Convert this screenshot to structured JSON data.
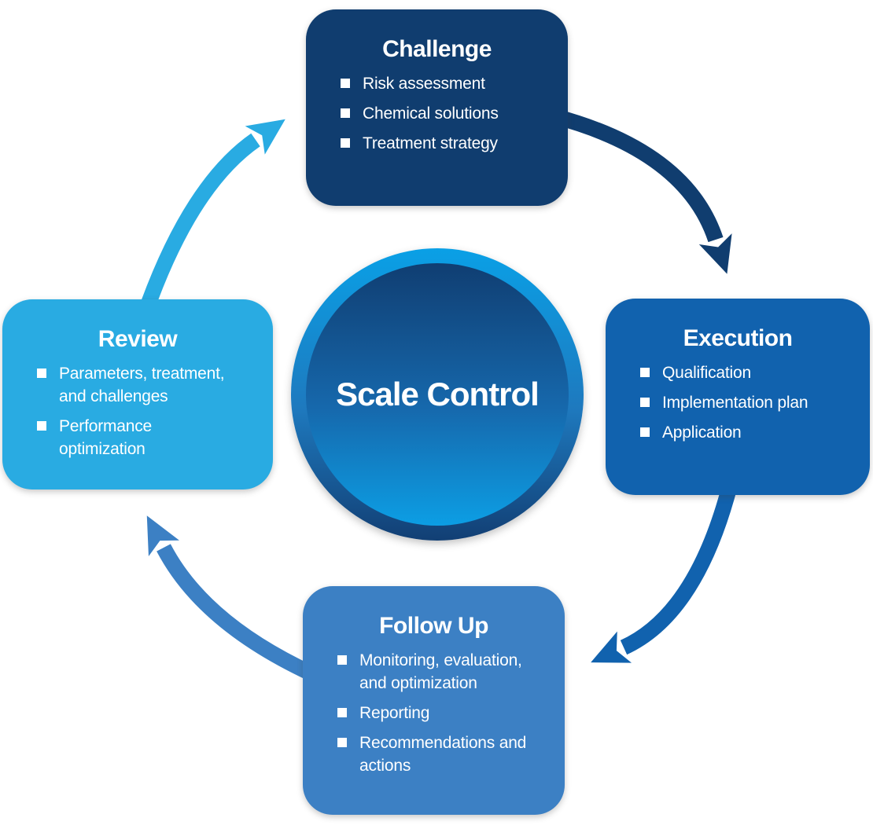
{
  "center": {
    "label": "Scale Control",
    "inner_gradient_top": "#103E72",
    "inner_gradient_bottom": "#0C9EE4",
    "ring_gradient_top": "#0AA0E6",
    "ring_gradient_bottom": "#123F74"
  },
  "boxes": [
    {
      "title": "Challenge",
      "color": "#103D6F",
      "items": [
        "Risk assessment",
        "Chemical solutions",
        "Treatment strategy"
      ]
    },
    {
      "title": "Execution",
      "color": "#1162AE",
      "items": [
        "Qualification",
        "Implementation plan",
        "Application"
      ]
    },
    {
      "title": "Follow Up",
      "color": "#3C80C4",
      "items": [
        "Monitoring, evaluation, and optimization",
        "Reporting",
        "Recommendations and actions"
      ]
    },
    {
      "title": "Review",
      "color": "#29ABE2",
      "items": [
        "Parameters, treatment, and challenges",
        "Performance optimization"
      ]
    }
  ],
  "arrows": [
    {
      "from": "Challenge",
      "to": "Execution",
      "color": "#103D6F"
    },
    {
      "from": "Execution",
      "to": "Follow Up",
      "color": "#1162AE"
    },
    {
      "from": "Follow Up",
      "to": "Review",
      "color": "#3C80C4"
    },
    {
      "from": "Review",
      "to": "Challenge",
      "color": "#29ABE2"
    }
  ],
  "text_color": "#FFFFFF",
  "background_color": "#FFFFFF"
}
